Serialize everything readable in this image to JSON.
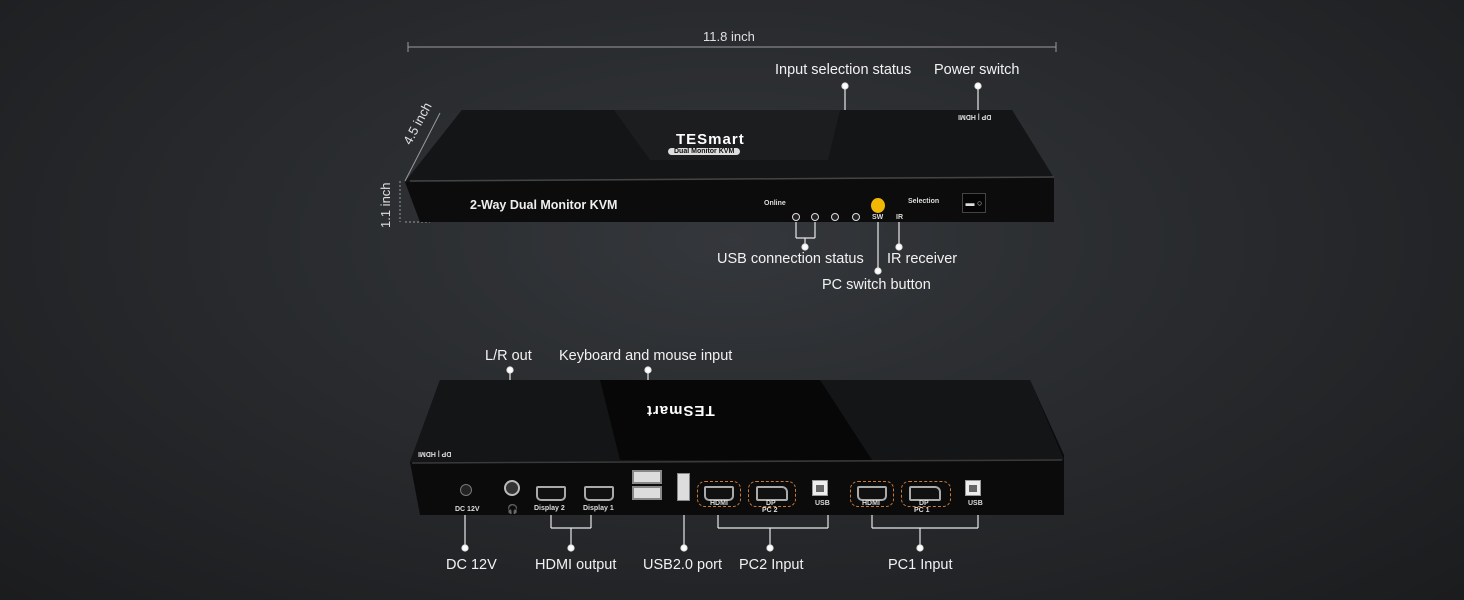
{
  "dimensions": {
    "width": "11.8 inch",
    "depth": "4.5 inch",
    "height": "1.1 inch"
  },
  "front": {
    "brand": "TESmart",
    "subtitle": "Dual Monitor KVM",
    "badge": "DP | HDMI",
    "model_text": "2-Way Dual Monitor KVM",
    "panel_online": "Online",
    "panel_selection": "Selection",
    "panel_sw": "SW",
    "panel_ir": "IR",
    "callouts": {
      "input_selection_status": "Input selection status",
      "power_switch": "Power switch",
      "usb_connection_status": "USB connection status",
      "ir_receiver": "IR receiver",
      "pc_switch_button": "PC switch button"
    }
  },
  "rear": {
    "port_labels": {
      "dc": "DC 12V",
      "display2": "Display 2",
      "display1": "Display 1",
      "hdmi": "HDMI",
      "dp": "DP",
      "usb": "USB",
      "pc2": "PC 2",
      "pc1": "PC 1"
    },
    "callouts": {
      "lr_out": "L/R out",
      "keyboard_mouse": "Keyboard and mouse input",
      "dc12v": "DC 12V",
      "hdmi_output": "HDMI output",
      "usb_port": "USB2.0 port",
      "pc2_input": "PC2 Input",
      "pc1_input": "PC1 Input"
    }
  },
  "colors": {
    "accent_button": "#f2b705",
    "port_highlight": "#c87a3a"
  }
}
